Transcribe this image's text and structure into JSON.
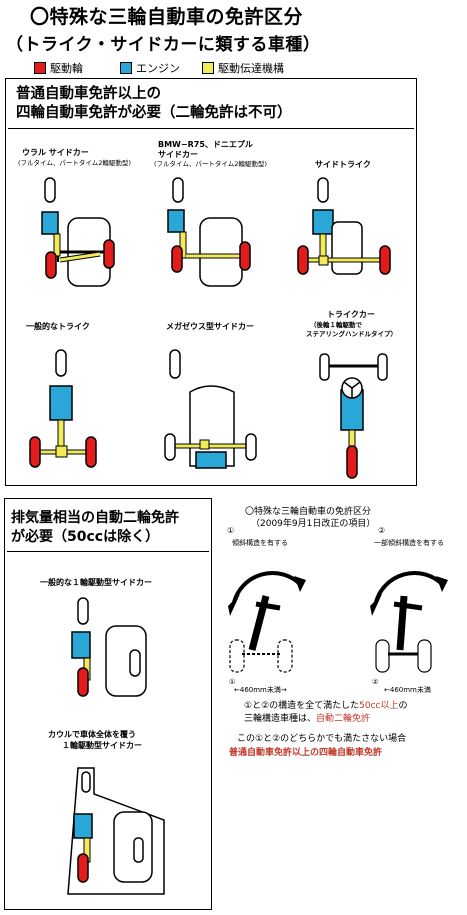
{
  "title": {
    "line1": "〇特殊な三輪自動車の免許区分",
    "line2": "（トライク・サイドカーに類する車種）"
  },
  "legend": [
    {
      "label": "駆動輪",
      "color": "#e21b1b"
    },
    {
      "label": "エンジン",
      "color": "#2aa7d6"
    },
    {
      "label": "駆動伝達機構",
      "color": "#f3ea5a"
    }
  ],
  "section1": {
    "header_line1": "普通自動車免許以上の",
    "header_line2": "四輪自動車免許が必要（二輪免許は不可）",
    "vehicles": [
      {
        "name": "ウラル サイドカー",
        "sub": "(フルタイム、パートタイム2輪駆動型)"
      },
      {
        "name_line1": "BMW−R75、ドニエプル",
        "name_line2": "サイドカー",
        "sub": "(フルタイム、パートタイム2輪駆動型)"
      },
      {
        "name": "サイドトライク"
      },
      {
        "name": "一般的なトライク"
      },
      {
        "name": "メガゼウス型サイドカー"
      },
      {
        "name": "トライクカー",
        "sub_line1": "（後輪１輪駆動で",
        "sub_line2": "ステアリングハンドルタイプ）"
      }
    ]
  },
  "section2": {
    "header_line1": "排気量相当の自動二輪免許",
    "header_line2": "が必要（50ccは除く）",
    "vehicles": [
      {
        "name": "一般的な１輪駆動型サイドカー"
      },
      {
        "name_line1": "カウルで車体全体を覆う",
        "name_line2": "１輪駆動型サイドカー"
      }
    ]
  },
  "rules": {
    "title_line1": "〇特殊な三輪自動車の免許区分",
    "title_line2": "（2009年9月1日改正の項目）",
    "num1": "①",
    "num2": "②",
    "cond1": "傾斜構造を有する",
    "cond2": "一部傾斜構造を有する",
    "width1": "←460mm未満→",
    "width2": "←460mm未満",
    "num1_small": "①",
    "num2_small": "②",
    "text1_a": "①と②の構造を全て満たした",
    "text1_b": "50cc以上",
    "text1_c": "の",
    "text2_a": "三輪構造車種は、",
    "text2_b": "自動二輪免許",
    "text3": "この①と②のどちらかでも満たさない場合",
    "text4": "普通自動車免許以上の四輪自動車免許"
  }
}
